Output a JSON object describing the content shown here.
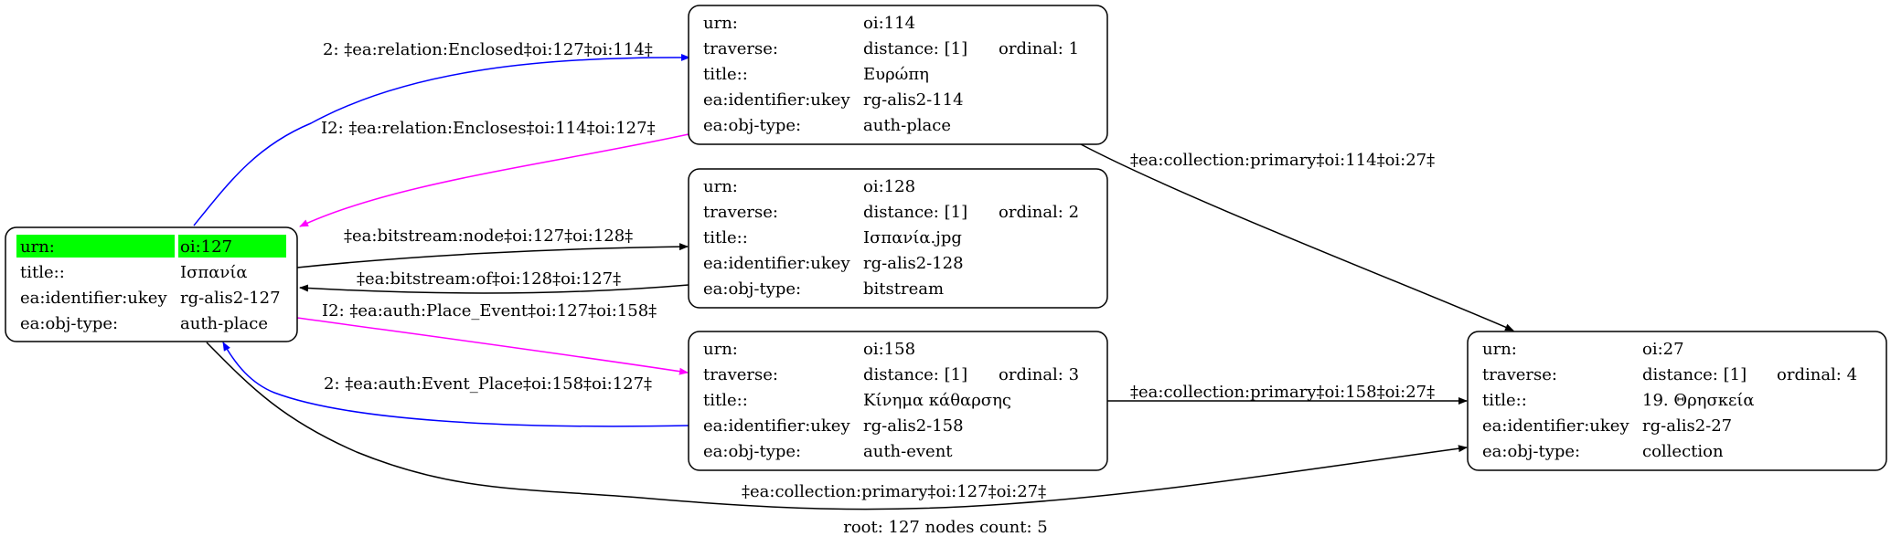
{
  "nodes": {
    "root": {
      "rows": [
        {
          "key": "urn:",
          "value": "oi:127"
        },
        {
          "key": "title::",
          "value": "Ισπανία"
        },
        {
          "key": "ea:identifier:ukey",
          "value": "rg-alis2-127"
        },
        {
          "key": "ea:obj-type:",
          "value": "auth-place"
        }
      ]
    },
    "n114": {
      "rows": [
        {
          "key": "urn:",
          "value": "oi:114",
          "extra": ""
        },
        {
          "key": "traverse:",
          "value": "distance: [1]",
          "extra": "ordinal: 1"
        },
        {
          "key": "title::",
          "value": "Ευρώπη",
          "extra": ""
        },
        {
          "key": "ea:identifier:ukey",
          "value": "rg-alis2-114",
          "extra": ""
        },
        {
          "key": "ea:obj-type:",
          "value": "auth-place",
          "extra": ""
        }
      ]
    },
    "n128": {
      "rows": [
        {
          "key": "urn:",
          "value": "oi:128",
          "extra": ""
        },
        {
          "key": "traverse:",
          "value": "distance: [1]",
          "extra": "ordinal: 2"
        },
        {
          "key": "title::",
          "value": "Ισπανία.jpg",
          "extra": ""
        },
        {
          "key": "ea:identifier:ukey",
          "value": "rg-alis2-128",
          "extra": ""
        },
        {
          "key": "ea:obj-type:",
          "value": "bitstream",
          "extra": ""
        }
      ]
    },
    "n158": {
      "rows": [
        {
          "key": "urn:",
          "value": "oi:158",
          "extra": ""
        },
        {
          "key": "traverse:",
          "value": "distance: [1]",
          "extra": "ordinal: 3"
        },
        {
          "key": "title::",
          "value": "Κίνημα κάθαρσης",
          "extra": ""
        },
        {
          "key": "ea:identifier:ukey",
          "value": "rg-alis2-158",
          "extra": ""
        },
        {
          "key": "ea:obj-type:",
          "value": "auth-event",
          "extra": ""
        }
      ]
    },
    "n27": {
      "rows": [
        {
          "key": "urn:",
          "value": "oi:27",
          "extra": ""
        },
        {
          "key": "traverse:",
          "value": "distance: [1]",
          "extra": "ordinal: 4"
        },
        {
          "key": "title::",
          "value": "19. Θρησκεία",
          "extra": ""
        },
        {
          "key": "ea:identifier:ukey",
          "value": "rg-alis2-27",
          "extra": ""
        },
        {
          "key": "ea:obj-type:",
          "value": "collection",
          "extra": ""
        }
      ]
    }
  },
  "edges": {
    "enclosed": {
      "label": "2: ‡ea:relation:Enclosed‡oi:127‡oi:114‡",
      "color": "#0000ff"
    },
    "encloses": {
      "label": "I2: ‡ea:relation:Encloses‡oi:114‡oi:127‡",
      "color": "#ff00ff"
    },
    "bitstream_node": {
      "label": "‡ea:bitstream:node‡oi:127‡oi:128‡",
      "color": "#000000"
    },
    "bitstream_of": {
      "label": "‡ea:bitstream:of‡oi:128‡oi:127‡",
      "color": "#000000"
    },
    "place_event": {
      "label": "I2: ‡ea:auth:Place_Event‡oi:127‡oi:158‡",
      "color": "#ff00ff"
    },
    "event_place": {
      "label": "2: ‡ea:auth:Event_Place‡oi:158‡oi:127‡",
      "color": "#0000ff"
    },
    "coll_114": {
      "label": "‡ea:collection:primary‡oi:114‡oi:27‡",
      "color": "#000000"
    },
    "coll_158": {
      "label": "‡ea:collection:primary‡oi:158‡oi:27‡",
      "color": "#000000"
    },
    "coll_127": {
      "label": "‡ea:collection:primary‡oi:127‡oi:27‡",
      "color": "#000000"
    }
  },
  "colors": {
    "root_highlight": "#00ff00"
  },
  "footer": "root: 127 nodes count: 5"
}
